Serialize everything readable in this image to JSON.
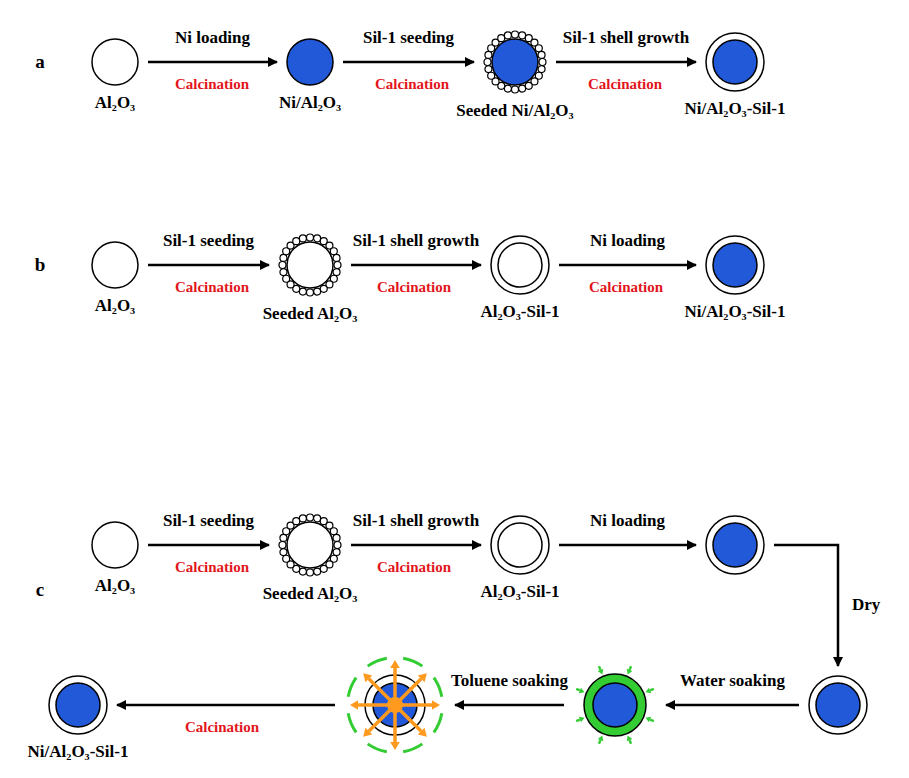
{
  "diagram": {
    "nodes": [
      {
        "text": [
          "Al₂O₃"
        ]
      },
      {
        "text": [
          "Ni/Al₂O₃"
        ]
      },
      {
        "text": [
          "Seeded Ni/Al₂O₃"
        ]
      },
      {
        "text": [
          "Ni/Al₂O₃-Sil-1"
        ]
      },
      {
        "text": [
          "Al₂O₃"
        ]
      },
      {
        "text": [
          "Seeded Al₂O₃"
        ]
      },
      {
        "text": [
          "Al₂O₃-Sil-1"
        ]
      },
      {
        "text": [
          "Ni/Al₂O₃-Sil-1"
        ]
      },
      {
        "text": [
          "Al₂O₃"
        ]
      },
      {
        "text": [
          "Seeded Al₂O₃"
        ]
      },
      {
        "text": [
          "Al₂O₃-Sil-1"
        ]
      },
      {
        "text": []
      },
      {
        "text": []
      },
      {
        "text": []
      },
      {
        "text": []
      },
      {
        "text": [
          "Ni/Al₂O₃-Sil-1"
        ]
      }
    ],
    "edges": [
      {
        "from": 0,
        "to": 1,
        "label": "Ni loading",
        "arrow": "to"
      },
      {
        "from": 1,
        "to": 2,
        "label": "Sil-1 seeding",
        "arrow": "to"
      },
      {
        "from": 2,
        "to": 3,
        "label": "Sil-1 shell growth",
        "arrow": "to"
      },
      {
        "from": 4,
        "to": 5,
        "label": "Sil-1 seeding",
        "arrow": "to"
      },
      {
        "from": 5,
        "to": 6,
        "label": "Sil-1 shell growth",
        "arrow": "to"
      },
      {
        "from": 6,
        "to": 7,
        "label": "Ni loading",
        "arrow": "to"
      },
      {
        "from": 8,
        "to": 9,
        "label": "Sil-1 seeding",
        "arrow": "to"
      },
      {
        "from": 9,
        "to": 10,
        "label": "Sil-1 shell growth",
        "arrow": "to"
      },
      {
        "from": 10,
        "to": 11,
        "label": "Ni loading",
        "arrow": "to"
      },
      {
        "from": 11,
        "to": 12,
        "label": "Dry",
        "arrow": "to"
      },
      {
        "from": 12,
        "to": 13,
        "label": "Water soaking",
        "arrow": "to"
      },
      {
        "from": 13,
        "to": 14,
        "label": "Toluene soaking",
        "arrow": "to"
      },
      {
        "from": 14,
        "to": 15,
        "arrow": "to"
      }
    ],
    "labels": [
      "a",
      "b",
      "c",
      "Calcination",
      "Calcination",
      "Calcination",
      "Calcination",
      "Calcination",
      "Calcination",
      "Calcination",
      "Calcination",
      "Calcination"
    ]
  }
}
